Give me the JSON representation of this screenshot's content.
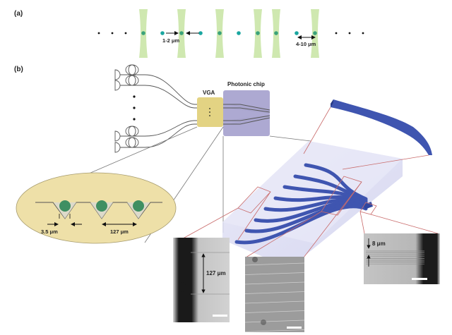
{
  "panel_a": {
    "label": "(a)",
    "spacing_small": "1-2 μm",
    "spacing_large": "4-10 μm",
    "colors": {
      "beam": "#cfe8b0",
      "trapped_atom": "#3aa27a",
      "free_atom": "#1aa6a0",
      "dot": "#111111"
    }
  },
  "panel_b": {
    "label": "(b)",
    "vga_label": "VGA",
    "chip_label": "Photonic chip",
    "groove_pitch": "127 μm",
    "groove_gap": "3.5 μm",
    "micro_left_label": "127 μm",
    "micro_right_label": "8 μm",
    "colors": {
      "vga": "#e3d383",
      "chip": "#a9a4d0",
      "waveguide": "#3f55b0",
      "inset_bg": "#eee0a8",
      "fiber_core": "#3f8f62",
      "callout": "#c96b6b"
    }
  }
}
